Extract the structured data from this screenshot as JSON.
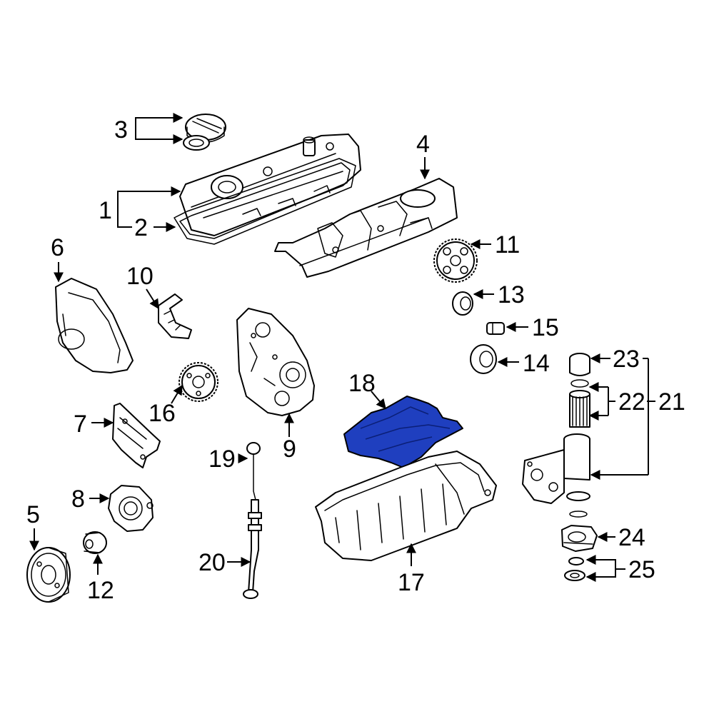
{
  "highlight_color": "#1f3fbf",
  "highlighted_part": "18",
  "callouts": {
    "c1": "1",
    "c2": "2",
    "c3": "3",
    "c4": "4",
    "c5": "5",
    "c6": "6",
    "c7": "7",
    "c8": "8",
    "c9": "9",
    "c10": "10",
    "c11": "11",
    "c12": "12",
    "c13": "13",
    "c14": "14",
    "c15": "15",
    "c16": "16",
    "c17": "17",
    "c18": "18",
    "c19": "19",
    "c20": "20",
    "c21": "21",
    "c22": "22",
    "c23": "23",
    "c24": "24",
    "c25": "25"
  }
}
